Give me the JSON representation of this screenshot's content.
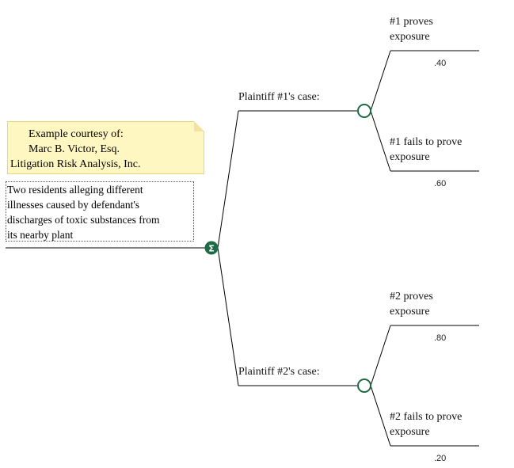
{
  "note": {
    "lines": [
      "Example courtesy of:",
      "Marc B. Victor, Esq.",
      "Litigation Risk Analysis, Inc."
    ],
    "fill": "#fff7c2"
  },
  "description": {
    "lines": [
      "Two residents alleging different",
      "illnesses caused by defendant's",
      "discharges of toxic substances from",
      "its nearby plant"
    ]
  },
  "root_node": {
    "type": "sum",
    "symbol": "Σ",
    "color": "#1e6b45"
  },
  "chance_node_color": "#1e6b45",
  "branches": [
    {
      "label": "Plaintiff #1's case:",
      "outcomes": [
        {
          "label_lines": [
            "#1 proves",
            "exposure"
          ],
          "probability": ".40"
        },
        {
          "label_lines": [
            "#1 fails to prove",
            "exposure"
          ],
          "probability": ".60"
        }
      ]
    },
    {
      "label": "Plaintiff #2's case:",
      "outcomes": [
        {
          "label_lines": [
            "#2 proves",
            "exposure"
          ],
          "probability": ".80"
        },
        {
          "label_lines": [
            "#2 fails to prove",
            "exposure"
          ],
          "probability": ".20"
        }
      ]
    }
  ]
}
